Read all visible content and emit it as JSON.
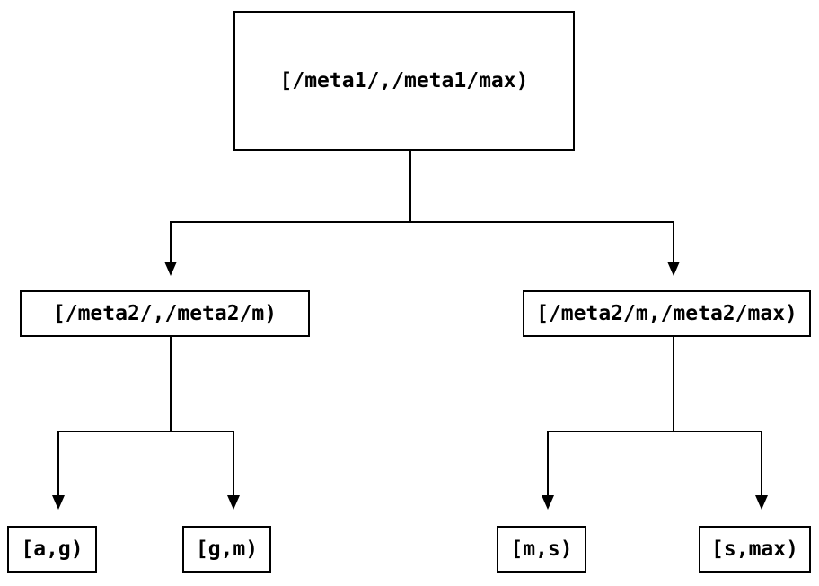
{
  "diagram": {
    "type": "tree",
    "description": "Two-level binary partition tree of key ranges",
    "colors": {
      "background": "#ffffff",
      "node_fill": "#ffffff",
      "node_border": "#000000",
      "line": "#000000",
      "text": "#000000"
    },
    "nodes": {
      "root": {
        "label": "[/meta1/,/meta1/max)"
      },
      "left": {
        "label": "[/meta2/,/meta2/m)"
      },
      "right": {
        "label": "[/meta2/m,/meta2/max)"
      },
      "leaf_ag": {
        "label": "[a,g)"
      },
      "leaf_gm": {
        "label": "[g,m)"
      },
      "leaf_ms": {
        "label": "[m,s)"
      },
      "leaf_smax": {
        "label": "[s,max)"
      }
    },
    "edges": [
      {
        "from": "root",
        "to": "left"
      },
      {
        "from": "root",
        "to": "right"
      },
      {
        "from": "left",
        "to": "leaf_ag"
      },
      {
        "from": "left",
        "to": "leaf_gm"
      },
      {
        "from": "right",
        "to": "leaf_ms"
      },
      {
        "from": "right",
        "to": "leaf_smax"
      }
    ]
  }
}
